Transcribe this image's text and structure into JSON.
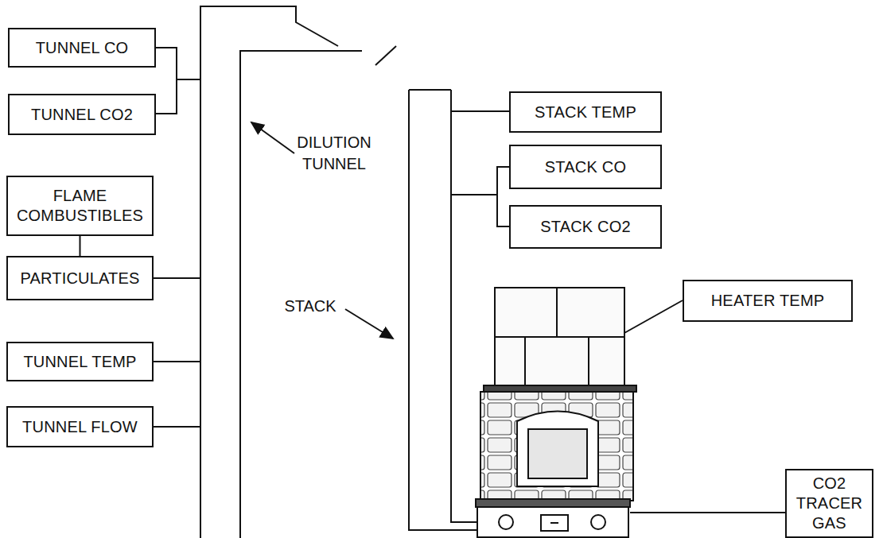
{
  "diagram": {
    "nodes": [
      {
        "text": [
          "TUNNEL CO"
        ]
      },
      {
        "text": [
          "TUNNEL CO2"
        ]
      },
      {
        "text": [
          "FLAME COMBUSTIBLES"
        ]
      },
      {
        "text": [
          "PARTICULATES"
        ]
      },
      {
        "text": [
          "TUNNEL TEMP"
        ]
      },
      {
        "text": [
          "TUNNEL FLOW"
        ]
      },
      {
        "text": [
          "STACK TEMP"
        ]
      },
      {
        "text": [
          "STACK CO"
        ]
      },
      {
        "text": [
          "STACK CO2"
        ]
      },
      {
        "text": [
          "HEATER TEMP"
        ]
      },
      {
        "text": [
          "CO2 TRACER GAS"
        ]
      }
    ],
    "edges": [
      {
        "from": 2,
        "to": 3,
        "arrow": "none"
      }
    ],
    "labels": [
      "DILUTION TUNNEL",
      "STACK"
    ]
  }
}
